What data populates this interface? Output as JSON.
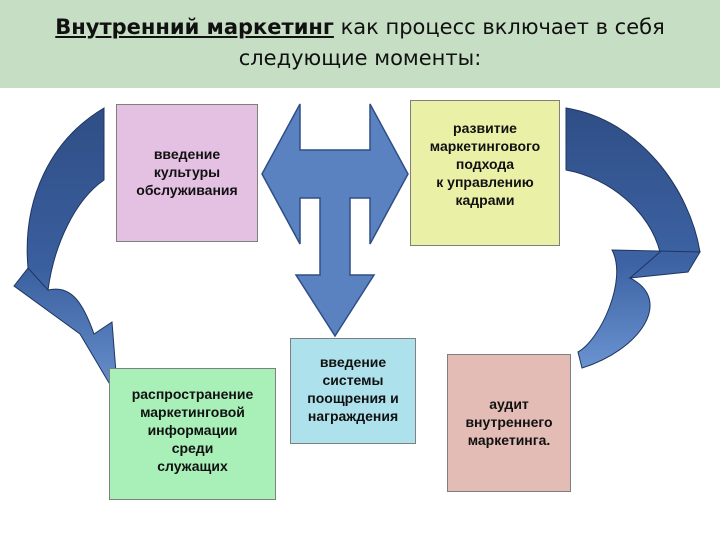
{
  "header": {
    "title_bold": "Внутренний маркетинг",
    "title_rest": " как процесс включает в себя",
    "title_line2": "следующие моменты:"
  },
  "boxes": {
    "culture": [
      "введение",
      "культуры",
      "обслуживания"
    ],
    "approach": [
      "развитие",
      "маркетингового",
      "подхода",
      "к управлению",
      "кадрами"
    ],
    "rewards": [
      "введение",
      "системы",
      "поощрения и",
      "награждения"
    ],
    "info": [
      "распространение",
      "маркетинговой",
      "информации",
      "среди",
      "служащих"
    ],
    "audit": [
      "аудит",
      "внутреннего",
      "маркетинга."
    ]
  },
  "colors": {
    "header_bg": "#c6dfc4",
    "arrow_fill": "#5a82c0",
    "arrow_dark": "#2f4e86",
    "culture_bg": "#e4c1e3",
    "approach_bg": "#eaf0a6",
    "rewards_bg": "#ade1ec",
    "info_bg": "#a8f0b8",
    "audit_bg": "#e4bcb6"
  }
}
